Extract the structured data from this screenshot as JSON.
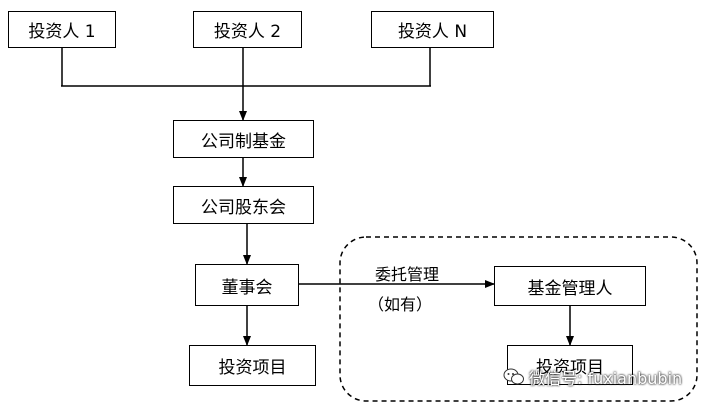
{
  "nodes": {
    "investor_1": "投资人 1",
    "investor_2": "投资人 2",
    "investor_n": "投资人 N",
    "corporate_fund": "公司制基金",
    "shareholders_meeting": "公司股东会",
    "board": "董事会",
    "investment_project_left": "投资项目",
    "fund_manager": "基金管理人",
    "investment_project_right": "投资项目"
  },
  "edge_labels": {
    "entrust_management": "委托管理",
    "if_any": "（如有）"
  },
  "watermark": {
    "text": "微信号: fuxianbubin"
  }
}
